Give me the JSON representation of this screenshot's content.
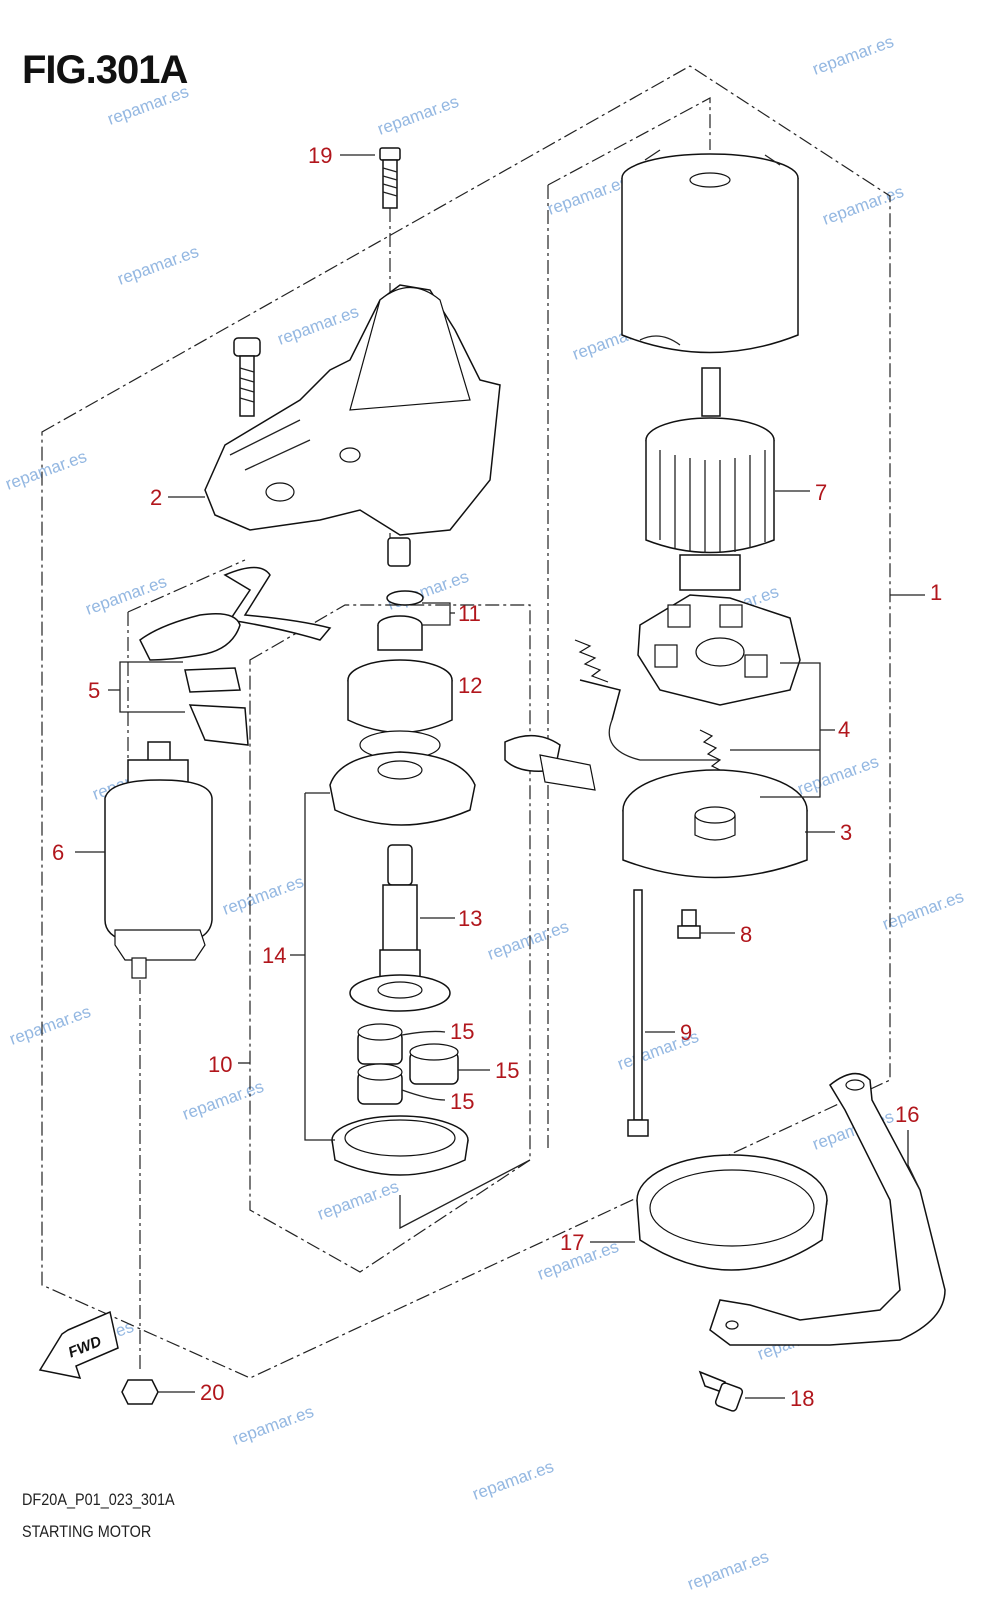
{
  "figure": {
    "title": "FIG.301A",
    "code": "DF20A_P01_023_301A",
    "name": "STARTING MOTOR",
    "fwd_label": "FWD"
  },
  "callouts": [
    "1",
    "2",
    "3",
    "4",
    "5",
    "6",
    "7",
    "8",
    "9",
    "10",
    "11",
    "12",
    "13",
    "14",
    "15",
    "15",
    "15",
    "16",
    "17",
    "18",
    "19",
    "20"
  ],
  "watermark": "repamar.es",
  "colors": {
    "callout": "#b1161c",
    "watermark": "#6f9fd8",
    "line": "#222222"
  }
}
